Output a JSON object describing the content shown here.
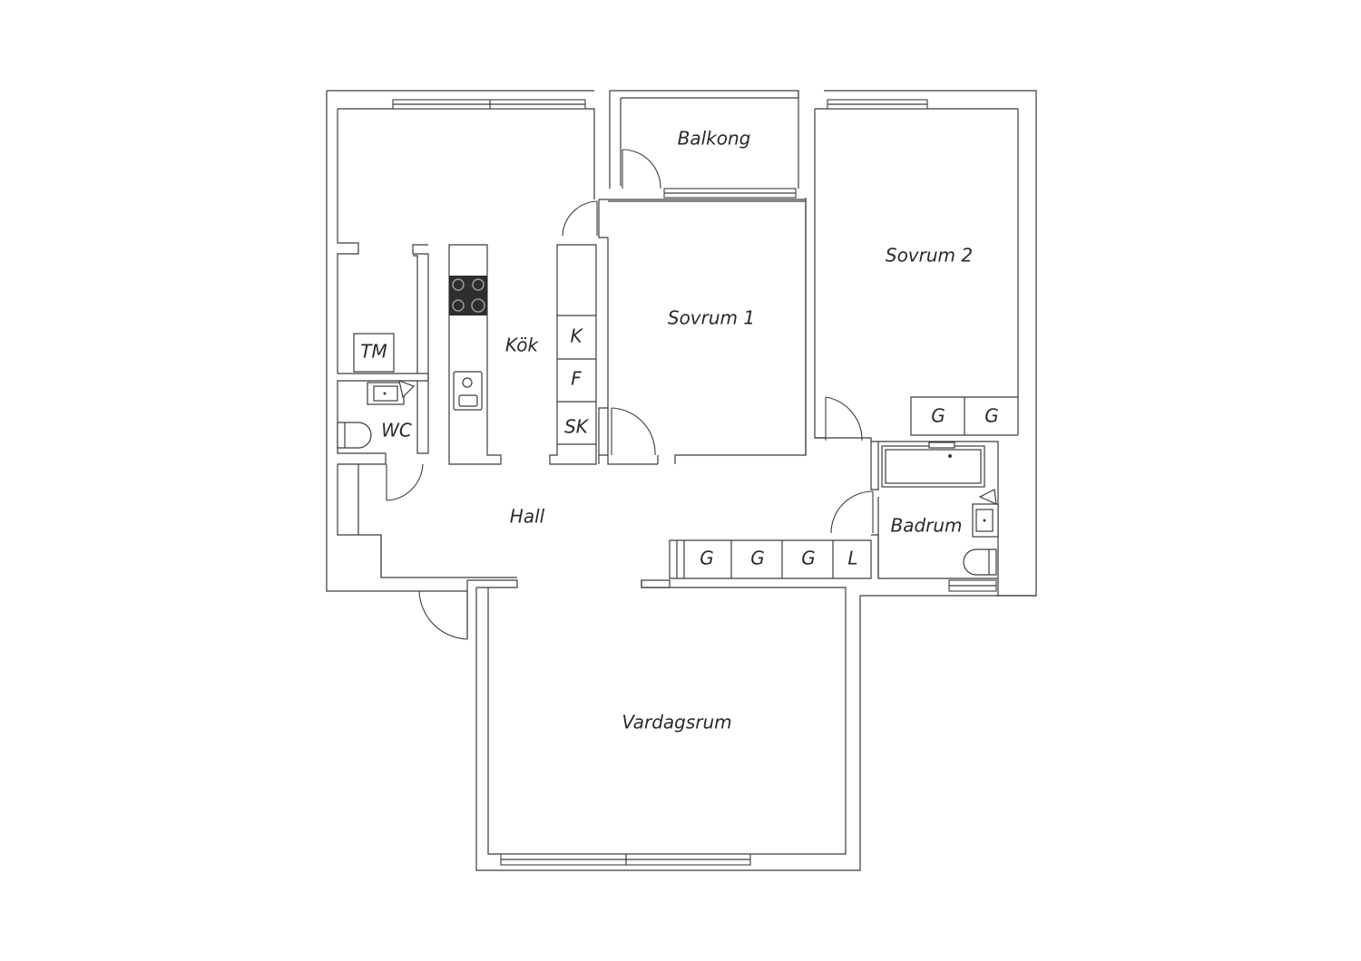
{
  "rooms": {
    "balkong": "Balkong",
    "sovrum1": "Sovrum 1",
    "sovrum2": "Sovrum 2",
    "kok": "Kök",
    "wc": "WC",
    "hall": "Hall",
    "badrum": "Badrum",
    "vardagsrum": "Vardagsrum"
  },
  "fixtures": {
    "tm": "TM",
    "k": "K",
    "f": "F",
    "sk": "SK",
    "g": "G",
    "l": "L"
  },
  "colors": {
    "line": "#3c3c3c",
    "stove": "#2e2e2e"
  }
}
